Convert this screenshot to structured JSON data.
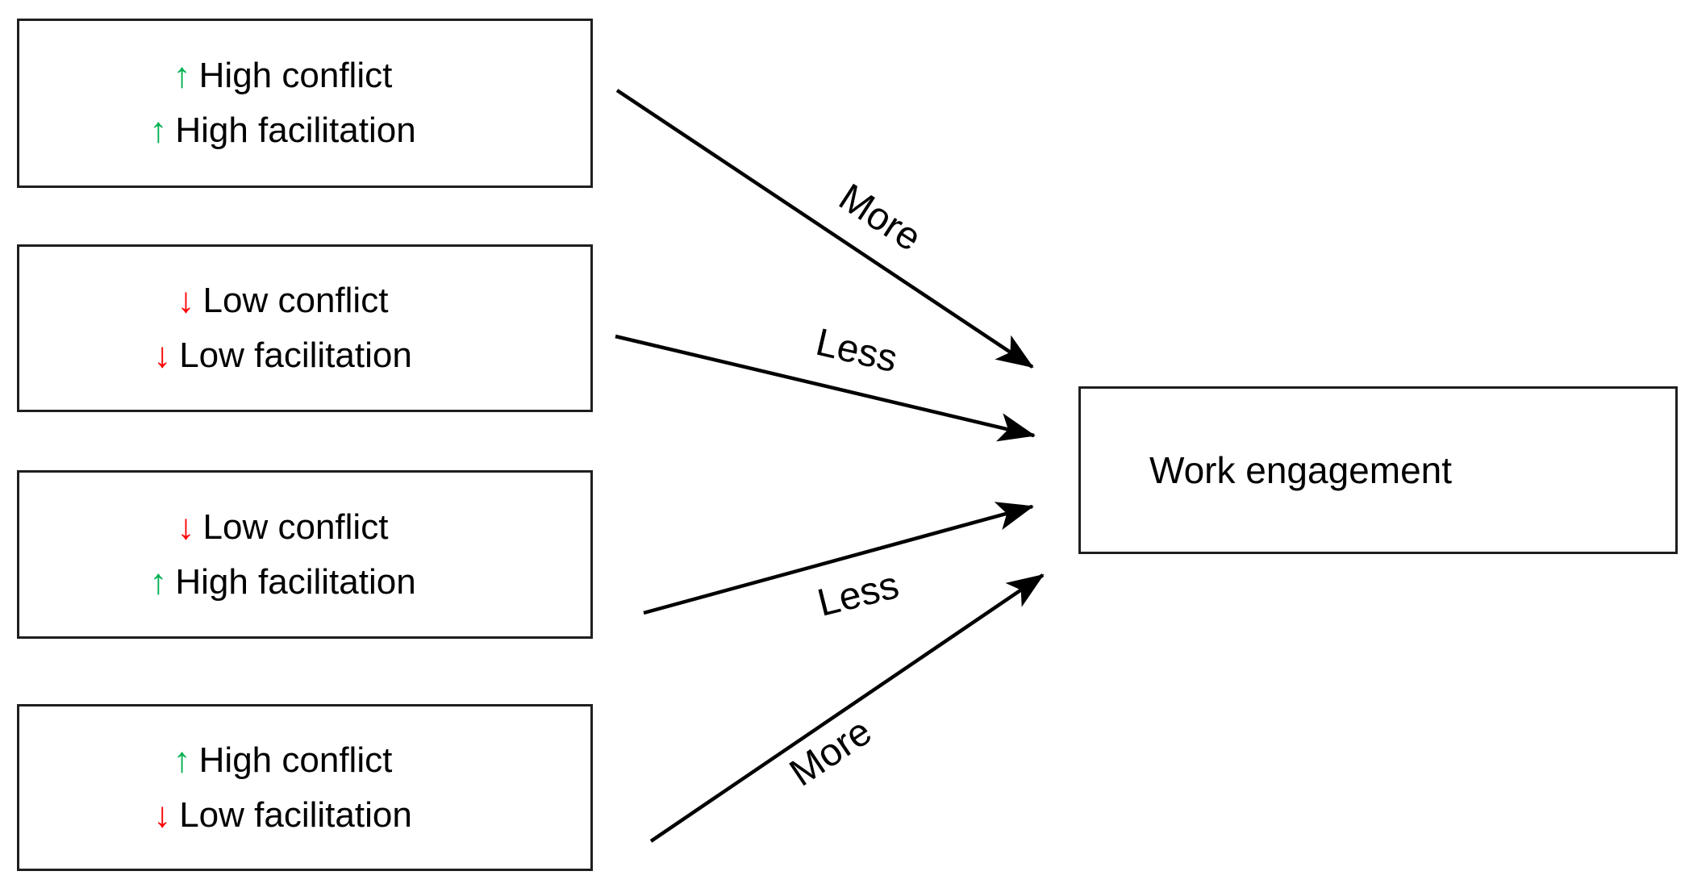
{
  "colors": {
    "positive": "#00B050",
    "negative": "#FF0000",
    "line": "#000000",
    "box_border": "#1f1f1f"
  },
  "antecedent_boxes": [
    {
      "lines": [
        {
          "glyph": "↑",
          "label": "High conflict",
          "color": "#00B050"
        },
        {
          "glyph": "↑",
          "label": "High facilitation",
          "color": "#00B050"
        }
      ]
    },
    {
      "lines": [
        {
          "glyph": "↓",
          "label": "Low conflict",
          "color": "#FF0000"
        },
        {
          "glyph": "↓",
          "label": "Low facilitation",
          "color": "#FF0000"
        }
      ]
    },
    {
      "lines": [
        {
          "glyph": "↓",
          "label": "Low conflict",
          "color": "#FF0000"
        },
        {
          "glyph": "↑",
          "label": "High facilitation",
          "color": "#00B050"
        }
      ]
    },
    {
      "lines": [
        {
          "glyph": "↑",
          "label": "High conflict",
          "color": "#00B050"
        },
        {
          "glyph": "↓",
          "label": "Low facilitation",
          "color": "#FF0000"
        }
      ]
    }
  ],
  "outcome_box": {
    "label": "Work engagement"
  },
  "arrows": [
    {
      "label": "More"
    },
    {
      "label": "Less"
    },
    {
      "label": "Less"
    },
    {
      "label": "More"
    }
  ]
}
